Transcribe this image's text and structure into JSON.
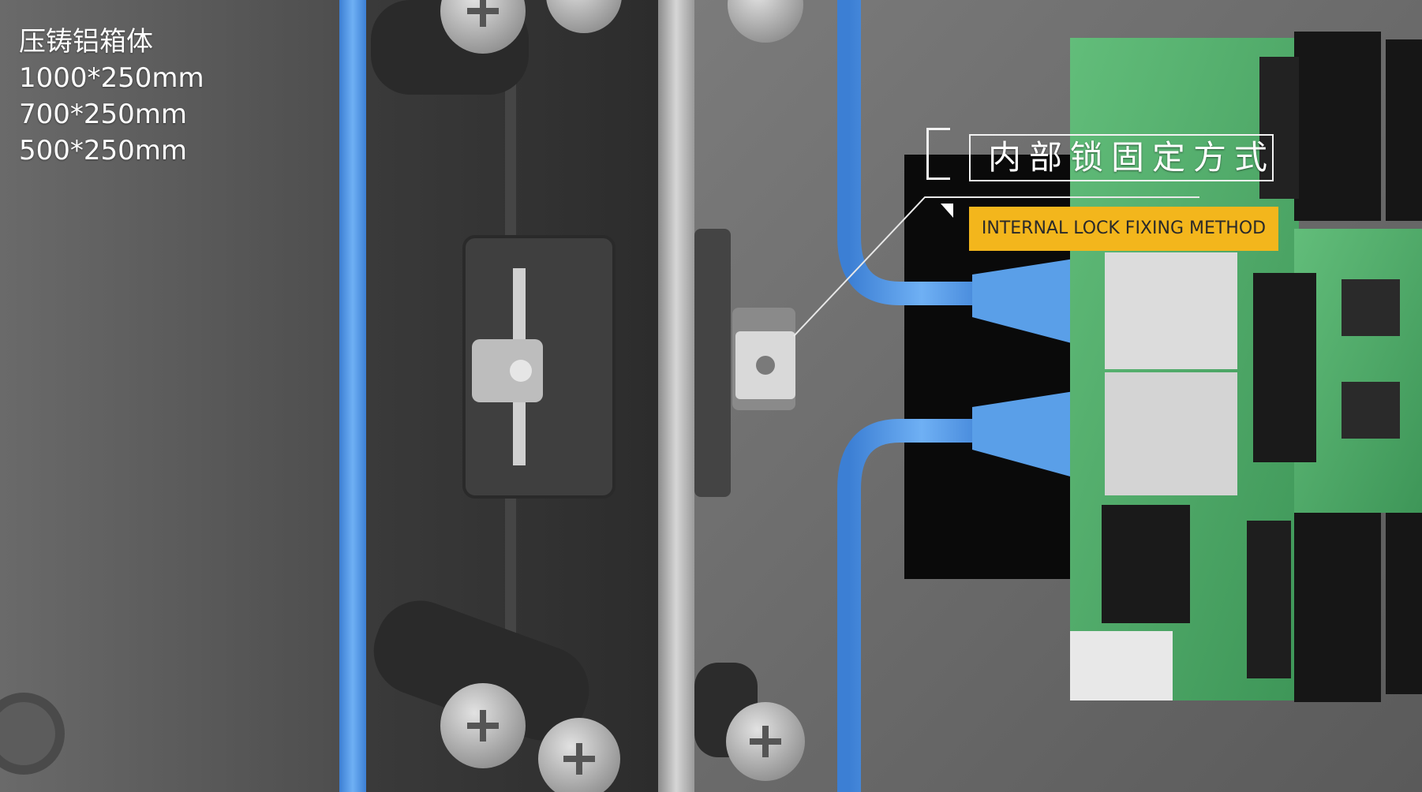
{
  "spec": {
    "title": "压铸铝箱体",
    "sizes": [
      "1000*250mm",
      "700*250mm",
      "500*250mm"
    ]
  },
  "callout": {
    "cn": "内部锁固定方式",
    "en": "INTERNAL LOCK FIXING METHOD"
  },
  "colors": {
    "cable": "#4a90e0",
    "callout_accent": "#f3b61c",
    "pcb": "#4fae6a",
    "cabinet": "#5d5d5d"
  }
}
